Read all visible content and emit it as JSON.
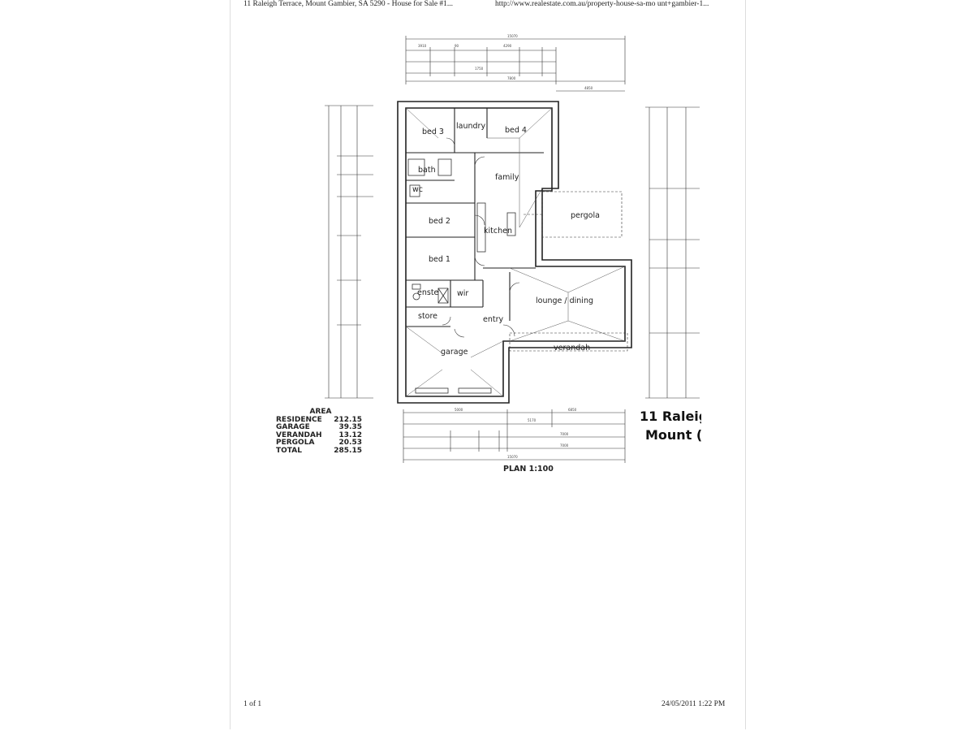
{
  "header": {
    "left": "11 Raleigh Terrace, Mount Gambier, SA 5290 - House for Sale #1...",
    "right": "http://www.realestate.com.au/property-house-sa-mo unt+gambier-1..."
  },
  "footer": {
    "page": "1 of 1",
    "datetime": "24/05/2011 1:22 PM"
  },
  "plan": {
    "rooms": {
      "bed3": "bed 3",
      "laundry": "laundry",
      "bed4": "bed 4",
      "bath": "bath",
      "family": "family",
      "wc": "wc",
      "bed2": "bed 2",
      "kitchen": "kitchen",
      "pergola": "pergola",
      "bed1": "bed 1",
      "enste": "enste",
      "wir": "wir",
      "lounge": "lounge / dining",
      "store": "store",
      "entry": "entry",
      "verandah": "verandah",
      "garage": "garage"
    },
    "area": {
      "title": "AREA",
      "rows": [
        {
          "label": "RESIDENCE",
          "value": "212.15"
        },
        {
          "label": "GARAGE",
          "value": "39.35"
        },
        {
          "label": "VERANDAH",
          "value": "13.12"
        },
        {
          "label": "PERGOLA",
          "value": "20.53"
        },
        {
          "label": "TOTAL",
          "value": "285.15"
        }
      ]
    },
    "scale": "PLAN  1:100",
    "title_line1": "11 Raleig",
    "title_line2": "Mount ("
  }
}
